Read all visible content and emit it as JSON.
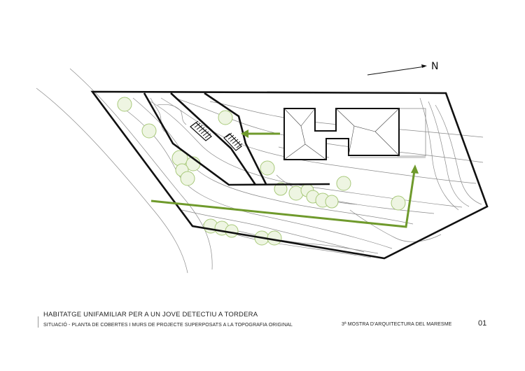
{
  "north_label": "N",
  "title_line1": "HABITATGE UNIFAMILIAR PER A UN JOVE DETECTIU A TORDERA",
  "title_line2": "SITUACIÓ - PLANTA DE COBERTES I MURS DE PROJECTE SUPERPOSATS A LA TOPOGRAFIA ORIGINAL",
  "exhibition": "3ª MOSTRA D'ARQUITECTURA DEL MARESME",
  "page_number": "01",
  "colors": {
    "outline": "#111111",
    "topo": "#8a8a8a",
    "path_green": "#6f9a2c",
    "tree": "#a8c97a"
  }
}
